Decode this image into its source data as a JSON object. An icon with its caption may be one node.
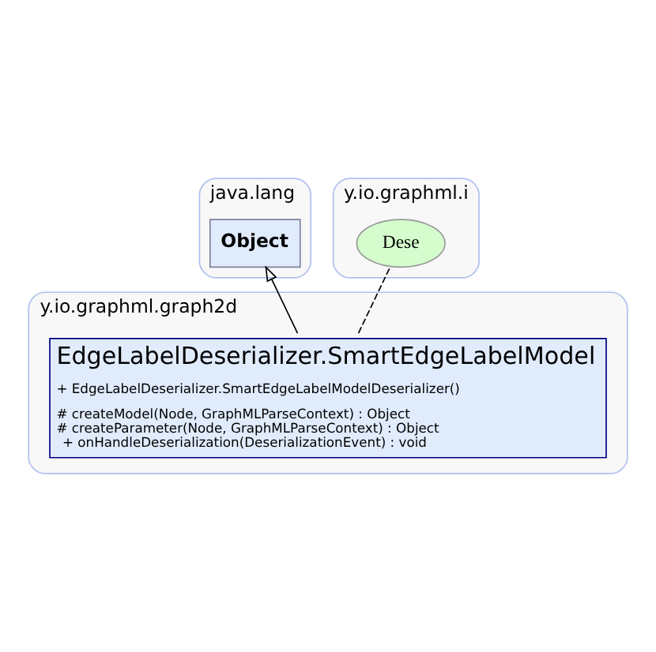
{
  "diagram": {
    "nodes": [
      {
        "text": [
          "java.lang"
        ]
      },
      {
        "text": [
          "Object"
        ],
        "in": 0
      },
      {
        "text": [
          "y.io.graphml.i"
        ]
      },
      {
        "text": [
          "Dese"
        ],
        "in": 2
      },
      {
        "text": [
          "y.io.graphml.graph2d"
        ]
      },
      {
        "text": [
          "EdgeLabelDeserializer.SmartEdgeLabelModel",
          "+ EdgeLabelDeserializer.SmartEdgeLabelModelDeserializer()",
          "# createModel(Node, GraphMLParseContext) : Object",
          "# createParameter(Node, GraphMLParseContext) : Object",
          "+ onHandleDeserialization(DeserializationEvent) : void"
        ],
        "in": 4
      }
    ],
    "edges": [
      {
        "from": 5,
        "to": 1,
        "arrow": "to"
      },
      {
        "from": 5,
        "to": 3,
        "arrow": "none",
        "style": "dashed"
      }
    ]
  }
}
